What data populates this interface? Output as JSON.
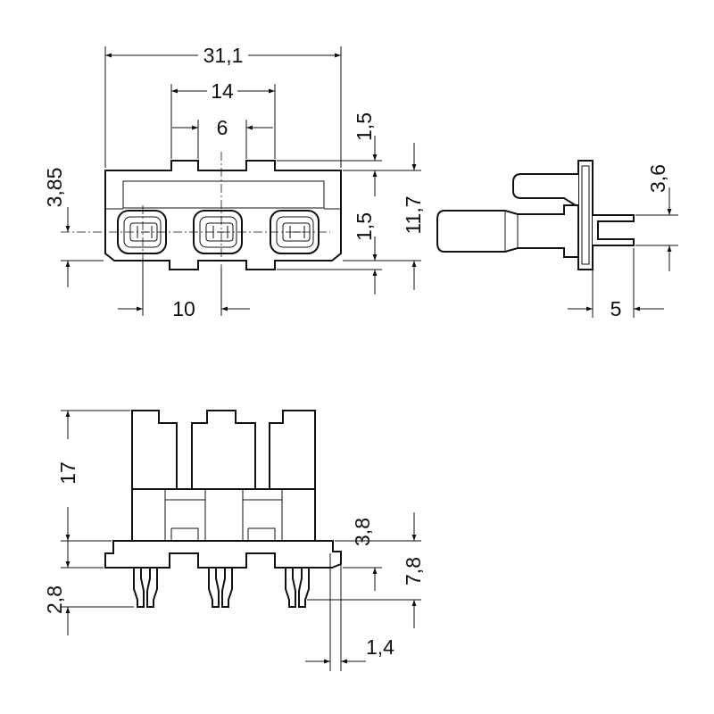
{
  "dimensions": {
    "overall_width": "31,1",
    "top_width": "14",
    "tab_width": "6",
    "tab_height": "1,5",
    "left_offset": "3,85",
    "bottom_tab_height": "1,5",
    "overall_height": "11,7",
    "pitch": "10",
    "side_pin_height": "3,6",
    "side_pin_length": "5",
    "front_height": "17",
    "flange_thickness": "3,8",
    "pin_total": "7,8",
    "pin_length": "2,8",
    "pin_width": "1,4"
  },
  "colors": {
    "line": "#111111",
    "background": "#ffffff"
  }
}
